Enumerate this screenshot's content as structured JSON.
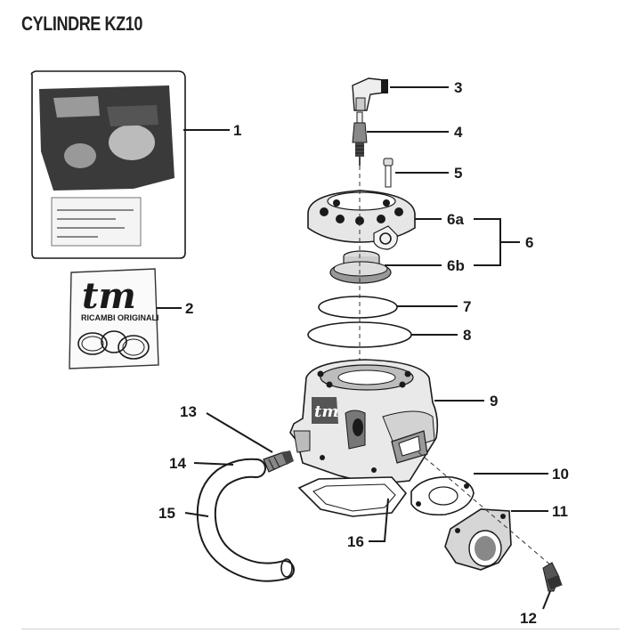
{
  "title": "CYLINDRE KZ10",
  "parts": [
    "1",
    "2",
    "3",
    "4",
    "5",
    "6a",
    "6b",
    "6",
    "7",
    "8",
    "9",
    "10",
    "11",
    "12",
    "13",
    "14",
    "15",
    "16"
  ],
  "kit_label": "tm",
  "kit_sublabel": "RICAMBI ORIGINALI",
  "cylinder_logo": "tm"
}
